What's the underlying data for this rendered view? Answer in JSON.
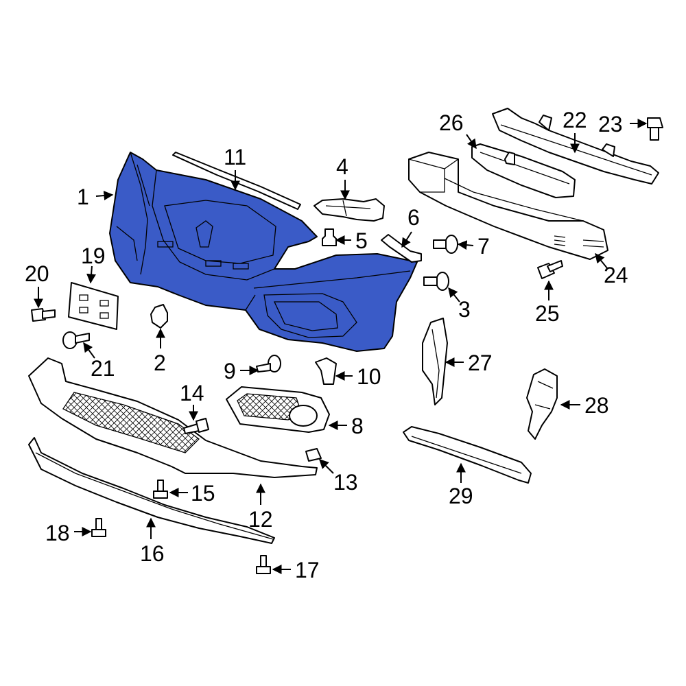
{
  "colors": {
    "highlight": "#3a5bc7",
    "line": "#000000",
    "background": "#ffffff"
  },
  "callouts": [
    {
      "n": "1"
    },
    {
      "n": "2"
    },
    {
      "n": "3"
    },
    {
      "n": "4"
    },
    {
      "n": "5"
    },
    {
      "n": "6"
    },
    {
      "n": "7"
    },
    {
      "n": "8"
    },
    {
      "n": "9"
    },
    {
      "n": "10"
    },
    {
      "n": "11"
    },
    {
      "n": "12"
    },
    {
      "n": "13"
    },
    {
      "n": "14"
    },
    {
      "n": "15"
    },
    {
      "n": "16"
    },
    {
      "n": "17"
    },
    {
      "n": "18"
    },
    {
      "n": "19"
    },
    {
      "n": "20"
    },
    {
      "n": "21"
    },
    {
      "n": "22"
    },
    {
      "n": "23"
    },
    {
      "n": "24"
    },
    {
      "n": "25"
    },
    {
      "n": "26"
    },
    {
      "n": "27"
    },
    {
      "n": "28"
    },
    {
      "n": "29"
    }
  ]
}
